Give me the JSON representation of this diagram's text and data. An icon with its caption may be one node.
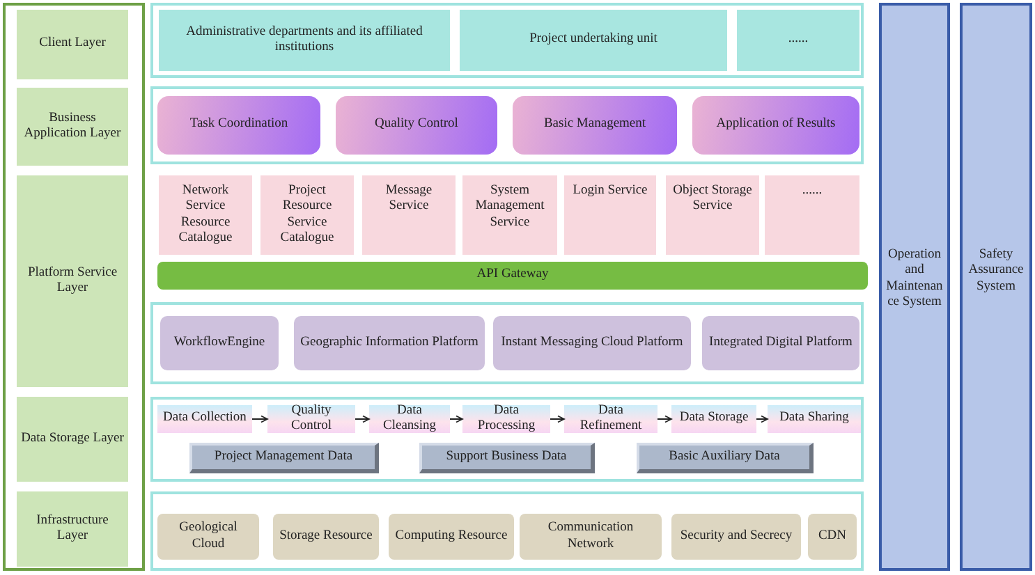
{
  "diagram": {
    "nodes": [
      {
        "text": [],
        "shape": "box"
      },
      {
        "text": [
          "Client Layer"
        ],
        "in": 0
      },
      {
        "text": [
          "Business Application Layer"
        ],
        "in": 0
      },
      {
        "text": [
          "Platform Service Layer"
        ],
        "in": 0
      },
      {
        "text": [
          "Data Storage Layer"
        ],
        "in": 0
      },
      {
        "text": [
          "Infrastructure Layer"
        ],
        "in": 0
      },
      {
        "text": [],
        "shape": "box"
      },
      {
        "text": [
          "Administrative departments and its affiliated institutions"
        ],
        "in": 6
      },
      {
        "text": [
          "Project undertaking unit"
        ],
        "in": 6
      },
      {
        "text": [
          "......"
        ],
        "in": 6
      },
      {
        "text": [],
        "shape": "box"
      },
      {
        "text": [
          "Task Coordination"
        ],
        "in": 10
      },
      {
        "text": [
          "Quality Control"
        ],
        "in": 10
      },
      {
        "text": [
          "Basic Management"
        ],
        "in": 10
      },
      {
        "text": [
          "Application of Results"
        ],
        "in": 10
      },
      {
        "text": [
          "Network Service Resource Catalogue"
        ]
      },
      {
        "text": [
          "Project Resource Service Catalogue"
        ]
      },
      {
        "text": [
          "Message Service"
        ]
      },
      {
        "text": [
          "System Management Service"
        ]
      },
      {
        "text": [
          "Login Service"
        ]
      },
      {
        "text": [
          "Object Storage Service"
        ]
      },
      {
        "text": [
          "......"
        ]
      },
      {
        "text": [
          "API Gateway"
        ]
      },
      {
        "text": [],
        "shape": "box"
      },
      {
        "text": [
          "WorkflowEngine"
        ],
        "in": 23
      },
      {
        "text": [
          "Geographic Information Platform"
        ],
        "in": 23
      },
      {
        "text": [
          "Instant Messaging Cloud Platform"
        ],
        "in": 23
      },
      {
        "text": [
          "Integrated Digital Platform"
        ],
        "in": 23
      },
      {
        "text": [],
        "shape": "box"
      },
      {
        "text": [
          "Data Collection"
        ],
        "in": 28
      },
      {
        "text": [
          "Quality Control"
        ],
        "in": 28
      },
      {
        "text": [
          "Data Cleansing"
        ],
        "in": 28
      },
      {
        "text": [
          "Data Processing"
        ],
        "in": 28
      },
      {
        "text": [
          "Data Refinement"
        ],
        "in": 28
      },
      {
        "text": [
          "Data Storage"
        ],
        "in": 28
      },
      {
        "text": [
          "Data Sharing"
        ],
        "in": 28
      },
      {
        "text": [
          "Project Management Data"
        ],
        "in": 28
      },
      {
        "text": [
          "Support Business Data"
        ],
        "in": 28
      },
      {
        "text": [
          "Basic Auxiliary Data"
        ],
        "in": 28
      },
      {
        "text": [],
        "shape": "box"
      },
      {
        "text": [
          "Geological Cloud"
        ],
        "in": 39
      },
      {
        "text": [
          "Storage Resource"
        ],
        "in": 39
      },
      {
        "text": [
          "Computing Resource"
        ],
        "in": 39
      },
      {
        "text": [
          "Communication Network"
        ],
        "in": 39
      },
      {
        "text": [
          "Security and Secrecy"
        ],
        "in": 39
      },
      {
        "text": [
          "CDN"
        ],
        "in": 39
      },
      {
        "text": [
          "Operation and Maintenance System"
        ]
      },
      {
        "text": [
          "Safety Assurance System"
        ]
      }
    ],
    "edges": [
      {
        "from": 29,
        "to": 30,
        "arrow": "to"
      },
      {
        "from": 30,
        "to": 31,
        "arrow": "to"
      },
      {
        "from": 31,
        "to": 32,
        "arrow": "to"
      },
      {
        "from": 32,
        "to": 33,
        "arrow": "to"
      },
      {
        "from": 33,
        "to": 34,
        "arrow": "to"
      },
      {
        "from": 34,
        "to": 35,
        "arrow": "to"
      }
    ]
  }
}
